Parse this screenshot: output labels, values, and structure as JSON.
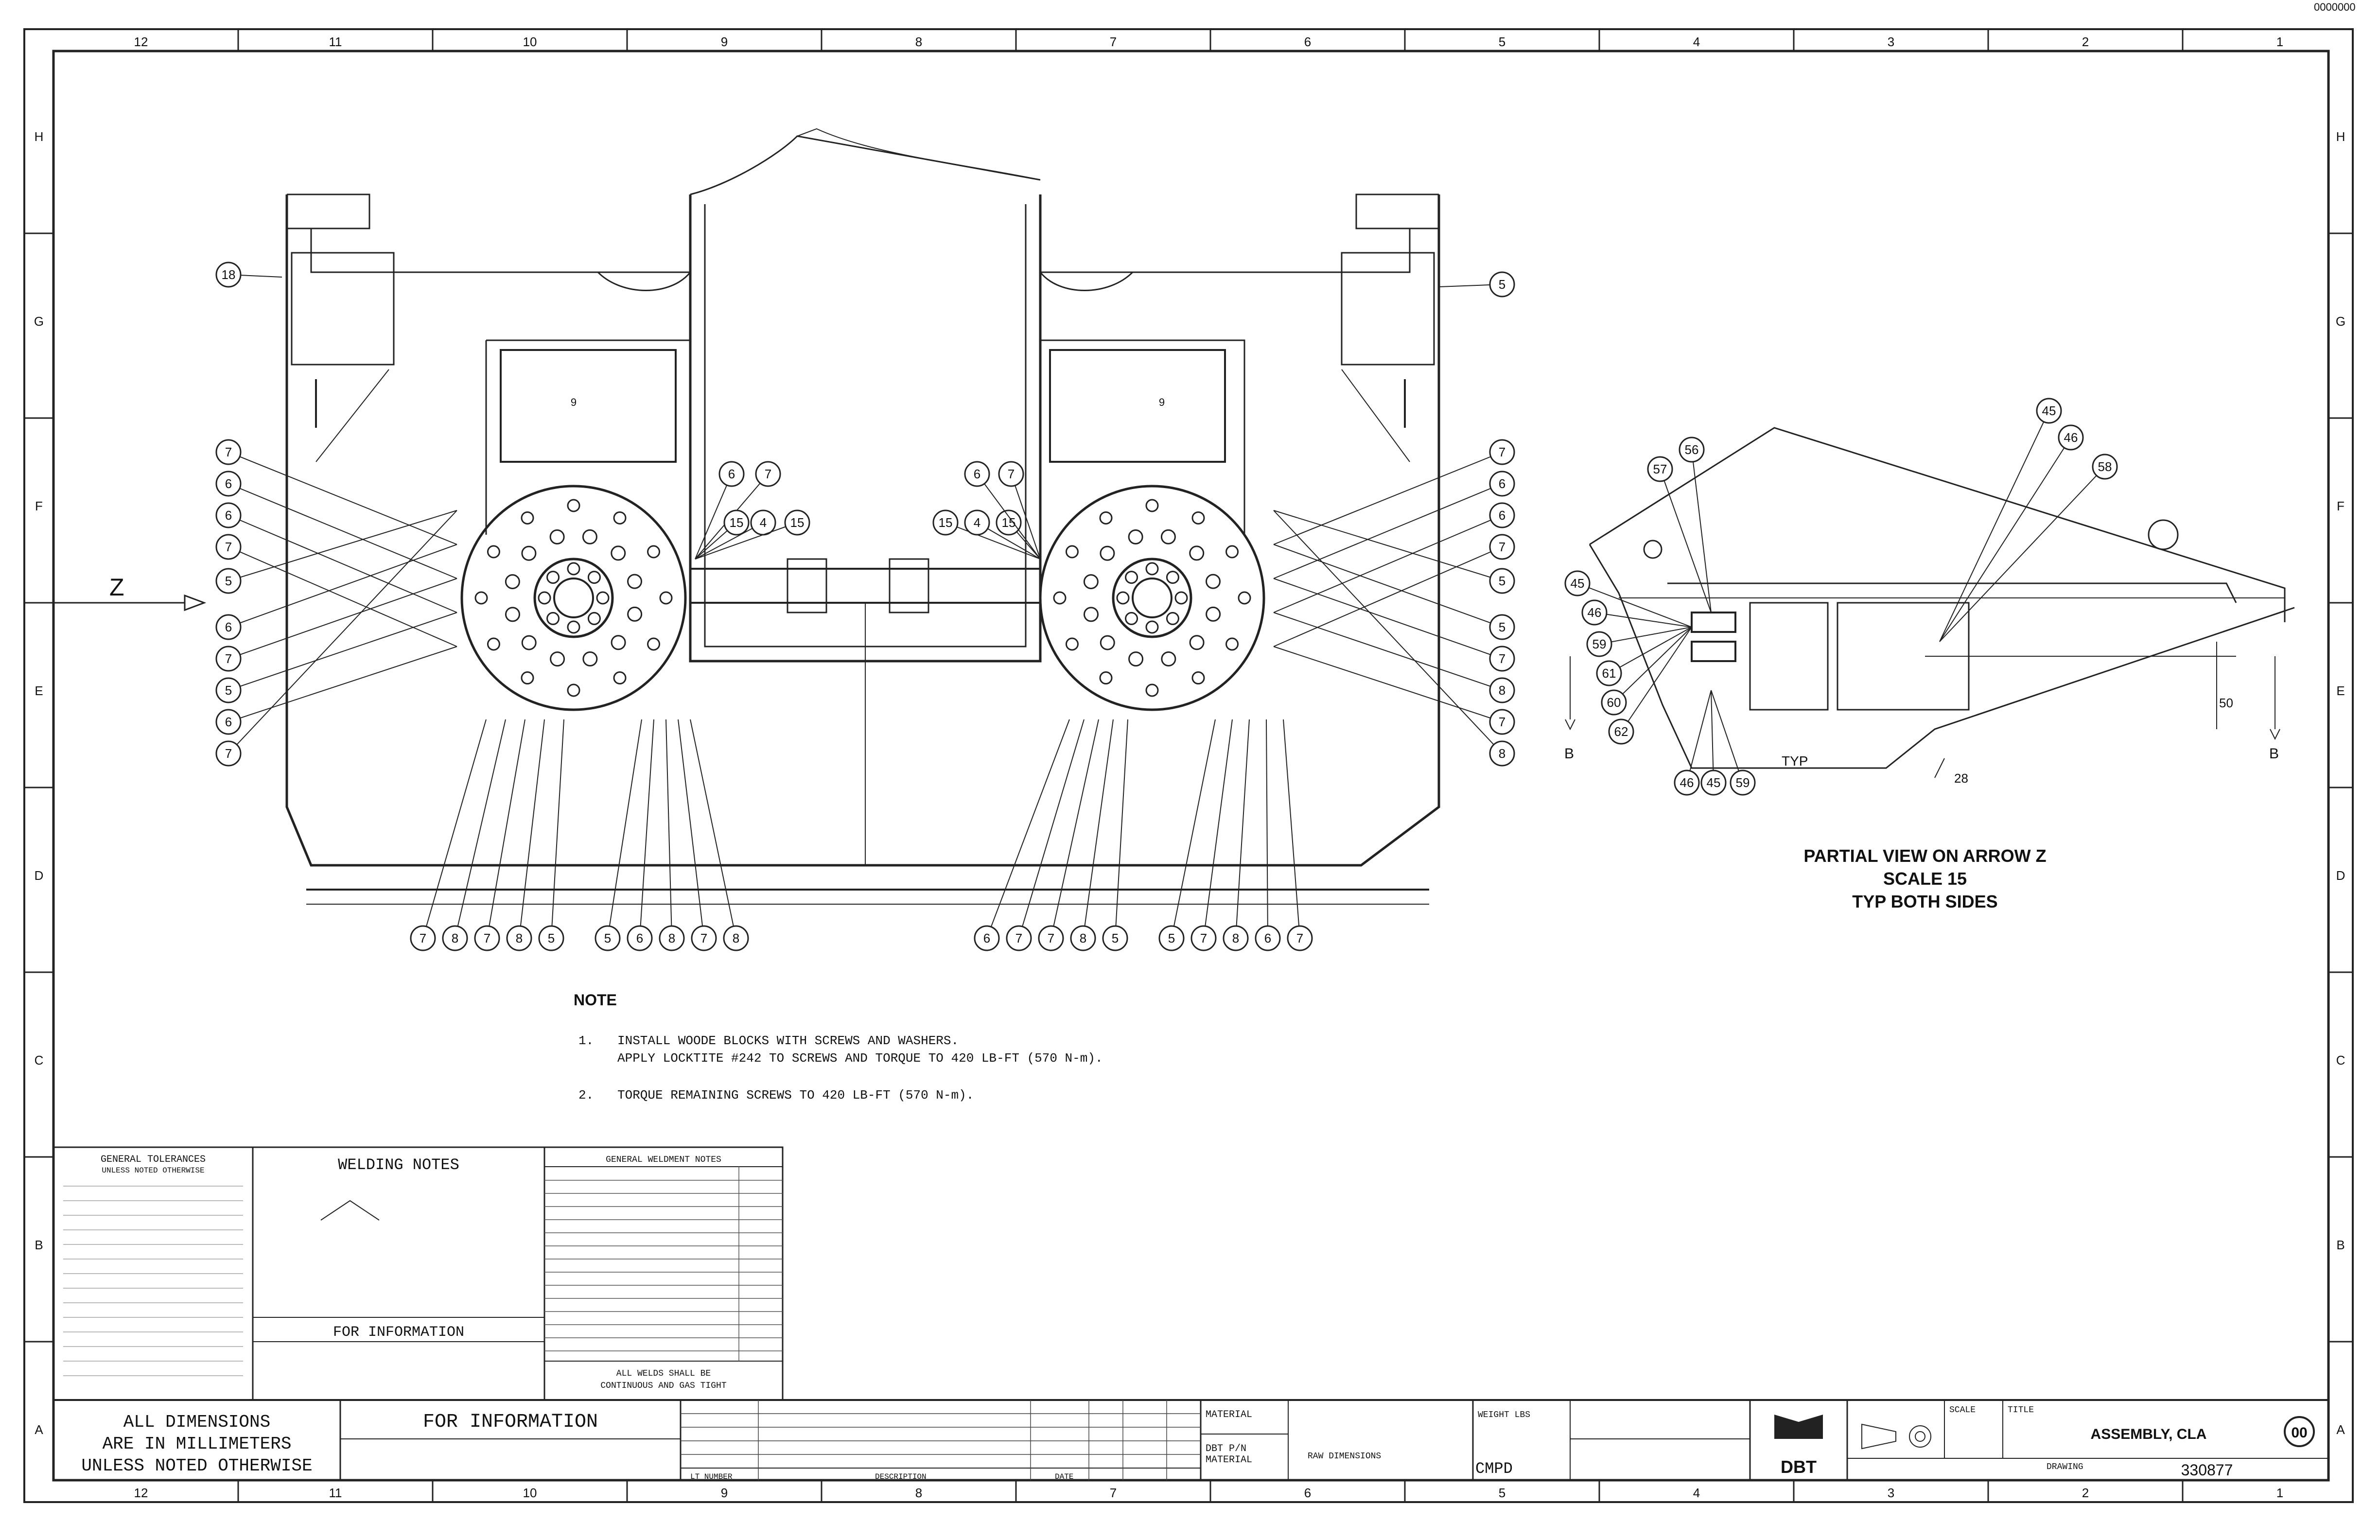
{
  "drawing_id": "0000000",
  "border": {
    "top_cols": [
      "12",
      "11",
      "10",
      "9",
      "8",
      "7",
      "6",
      "5",
      "4",
      "3",
      "2",
      "1"
    ],
    "bottom_cols": [
      "12",
      "11",
      "10",
      "9",
      "8",
      "7",
      "6",
      "5",
      "4",
      "3",
      "2",
      "1"
    ],
    "left_rows": [
      "H",
      "G",
      "F",
      "E",
      "D",
      "C",
      "B",
      "A"
    ],
    "right_rows": [
      "H",
      "G",
      "F",
      "E",
      "D",
      "C",
      "B",
      "A"
    ]
  },
  "main_view": {
    "arrow_z_label": "Z",
    "left_balloons": [
      "18",
      "7",
      "6",
      "6",
      "7",
      "5",
      "6",
      "7",
      "5",
      "6",
      "7"
    ],
    "right_balloons": [
      "5",
      "7",
      "6",
      "6",
      "7",
      "5",
      "5",
      "7",
      "8",
      "7",
      "8"
    ],
    "top_right_balloon": "5",
    "center_left_balloons": [
      "6",
      "7",
      "15",
      "4",
      "15"
    ],
    "center_right_balloons": [
      "15",
      "4",
      "15",
      "6",
      "7"
    ],
    "bottom_left_balloons": [
      "7",
      "8",
      "7",
      "8",
      "5",
      "5",
      "6",
      "8",
      "7",
      "8"
    ],
    "bottom_right_balloons": [
      "6",
      "7",
      "7",
      "8",
      "5",
      "5",
      "7",
      "8",
      "6",
      "7"
    ],
    "lifting_point_mark": "9"
  },
  "partial_view": {
    "title": "PARTIAL VIEW ON ARROW Z",
    "scale": "SCALE 15",
    "typ": "TYP BOTH SIDES",
    "balloons": [
      "57",
      "56",
      "45",
      "46",
      "58",
      "45",
      "46",
      "59",
      "61",
      "60",
      "62",
      "46",
      "45",
      "59"
    ],
    "typ_label": "TYP",
    "section_a": "B",
    "section_b": "B",
    "dim_1": "50",
    "dim_2": "28"
  },
  "notes": {
    "heading": "NOTE",
    "items": [
      {
        "num": "1.",
        "text": "INSTALL WOODE BLOCKS WITH SCREWS AND WASHERS."
      },
      {
        "num": "",
        "text": "APPLY LOCKTITE #242 TO SCREWS AND TORQUE TO 420 LB-FT (570 N-m)."
      },
      {
        "num": "2.",
        "text": "TORQUE REMAINING SCREWS TO 420 LB-FT (570 N-m)."
      }
    ]
  },
  "tolerances_box": {
    "title": "GENERAL TOLERANCES",
    "subtitle": "UNLESS NOTED OTHERWISE"
  },
  "welding_notes": {
    "title": "WELDING NOTES",
    "footer": "FOR INFORMATION"
  },
  "weldment_notes": {
    "title": "GENERAL WELDMENT NOTES",
    "footer1": "ALL WELDS SHALL BE",
    "footer2": "CONTINUOUS AND GAS TIGHT"
  },
  "title_block": {
    "dims_note": [
      "ALL DIMENSIONS",
      "ARE IN MILLIMETERS",
      "UNLESS NOTED OTHERWISE"
    ],
    "for_info": "FOR INFORMATION",
    "material_label": "MATERIAL",
    "dbt_pn_label": "DBT P/N",
    "material_label2": "MATERIAL",
    "raw_dims_label": "RAW DIMENSIONS",
    "weight_label": "WEIGHT LBS",
    "cmpd_label": "CMPD",
    "company": "DBT",
    "scale_label": "SCALE",
    "title_label": "TITLE",
    "title_value": "ASSEMBLY, CLA",
    "drawing_label": "DRAWING",
    "drawing_number": "330877",
    "rev_value": "00",
    "revision_col": "DESCRIPTION",
    "item_col": "LT NUMBER",
    "date_col": "DATE"
  }
}
